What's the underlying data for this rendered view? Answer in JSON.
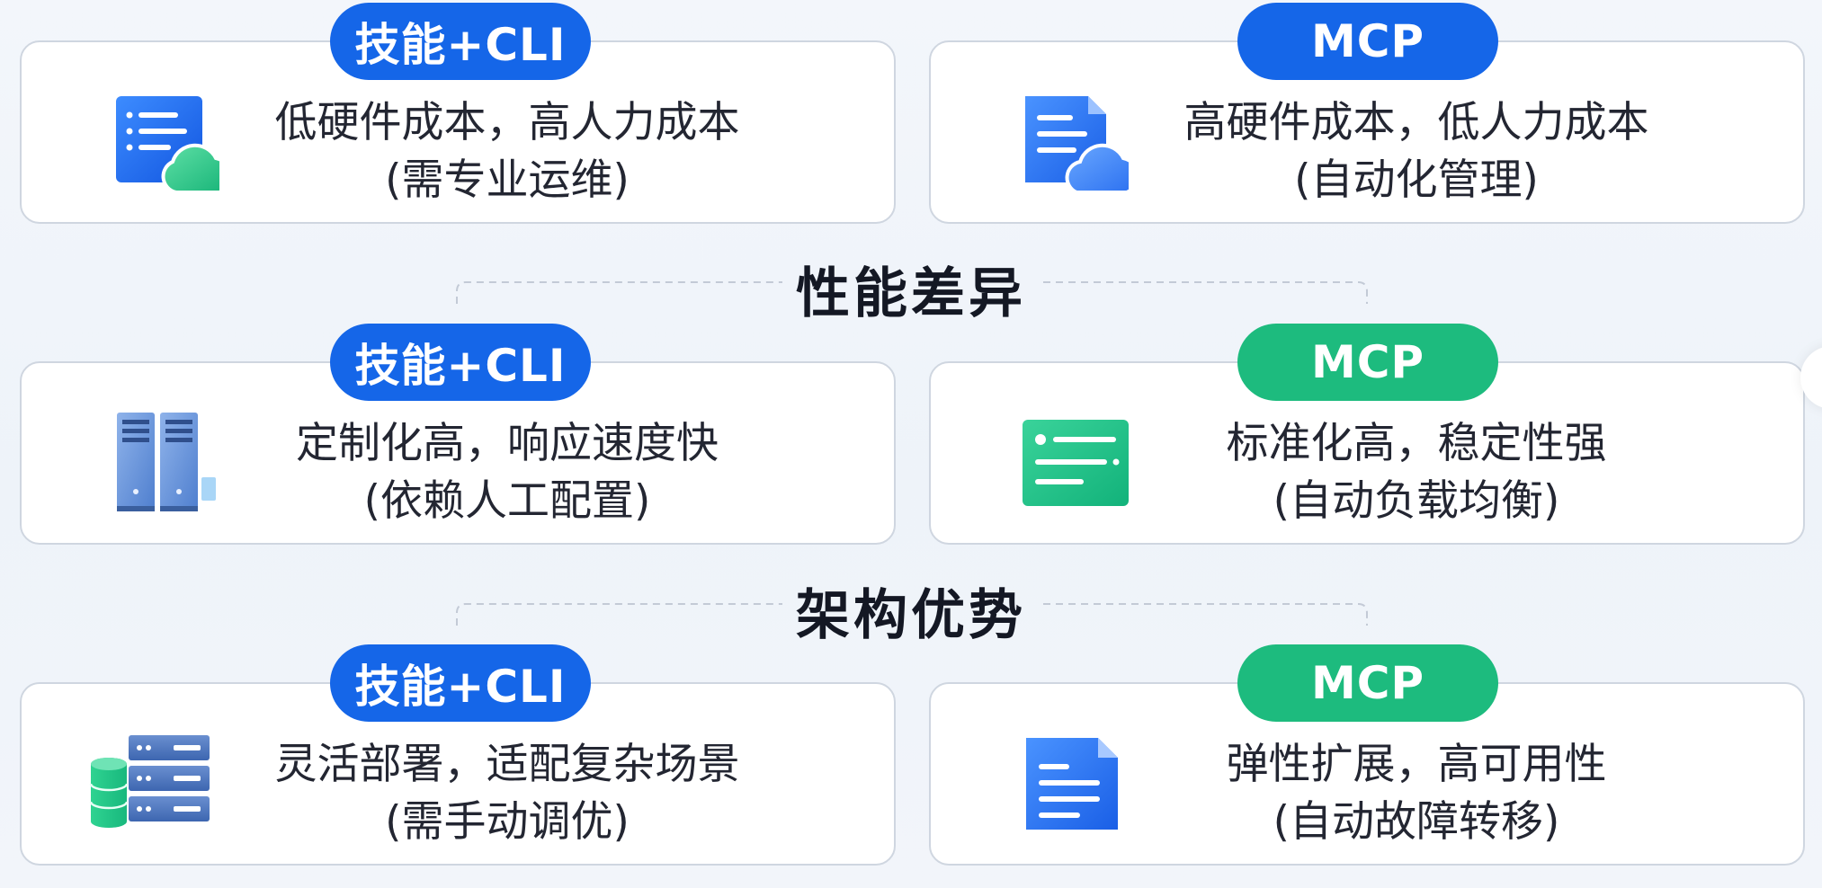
{
  "colors": {
    "blue": "#1566e8",
    "green": "#1dbb7e"
  },
  "sections": [
    {
      "title": ""
    },
    {
      "title": "性能差异"
    },
    {
      "title": "架构优势"
    }
  ],
  "rows": [
    {
      "left": {
        "pill": "技能+CLI",
        "pill_color": "blue",
        "icon": "server-dashboard-cloud-icon",
        "line1": "低硬件成本，高人力成本",
        "line2": "(需专业运维)"
      },
      "right": {
        "pill": "MCP",
        "pill_color": "blue",
        "icon": "document-cloud-icon",
        "line1": "高硬件成本，低人力成本",
        "line2": "(自动化管理)"
      }
    },
    {
      "left": {
        "pill": "技能+CLI",
        "pill_color": "blue",
        "icon": "server-towers-icon",
        "line1": "定制化高，响应速度快",
        "line2": "(依赖人工配置)"
      },
      "right": {
        "pill": "MCP",
        "pill_color": "green",
        "icon": "list-panel-icon",
        "line1": "标准化高，稳定性强",
        "line2": "(自动负载均衡)"
      }
    },
    {
      "left": {
        "pill": "技能+CLI",
        "pill_color": "blue",
        "icon": "database-rack-icon",
        "line1": "灵活部署，适配复杂场景",
        "line2": "(需手动调优)"
      },
      "right": {
        "pill": "MCP",
        "pill_color": "green",
        "icon": "document-icon",
        "line1": "弹性扩展，高可用性",
        "line2": "(自动故障转移)"
      }
    }
  ]
}
